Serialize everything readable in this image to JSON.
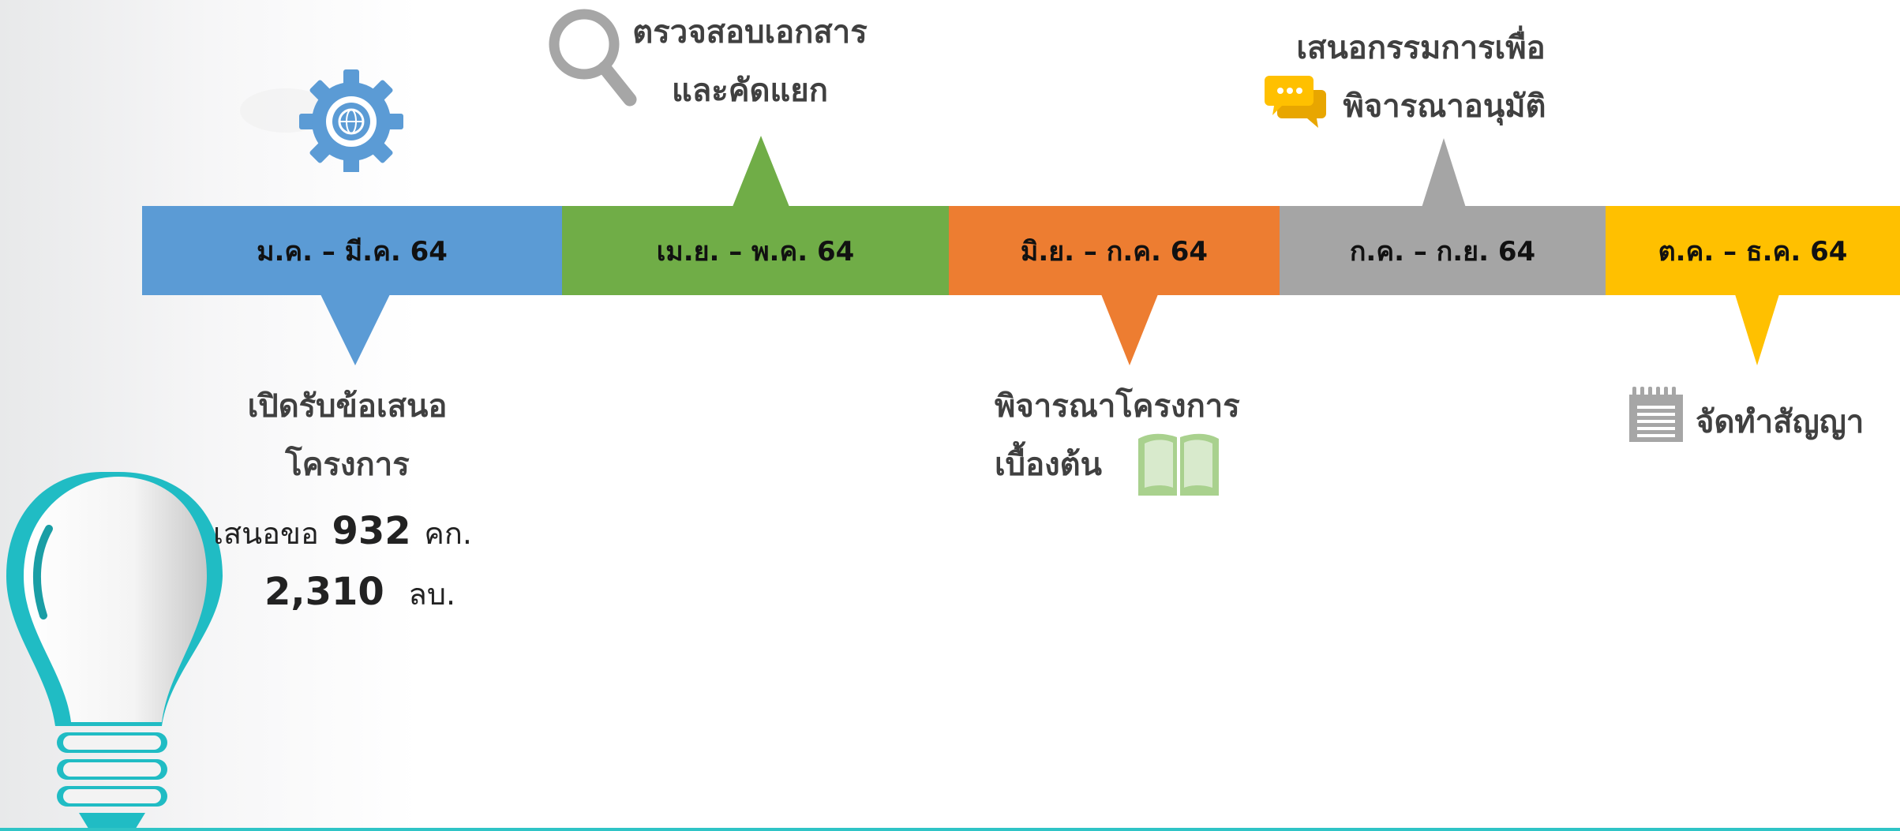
{
  "periods": [
    {
      "label": "ม.ค. – มี.ค. 64",
      "color": "#5b9bd5"
    },
    {
      "label": "เม.ย. – พ.ค. 64",
      "color": "#70ad47"
    },
    {
      "label": "มิ.ย. – ก.ค. 64",
      "color": "#ed7d31"
    },
    {
      "label": "ก.ค. – ก.ย. 64",
      "color": "#a5a5a5"
    },
    {
      "label": "ต.ค. – ธ.ค. 64",
      "color": "#ffc000"
    }
  ],
  "steps": {
    "step1": {
      "line1": "เปิดรับข้อเสนอ",
      "line2": "โครงการ"
    },
    "step2": {
      "line1": "ตรวจสอบเอกสาร",
      "line2": "และคัดแยก"
    },
    "step3": {
      "line1": "พิจารณาโครงการ",
      "line2": "เบื้องต้น"
    },
    "step4": {
      "line1": "เสนอกรรมการเพื่อ",
      "line2": "พิจารณาอนุมัติ"
    },
    "step5": {
      "line1": "จัดทำสัญญา"
    }
  },
  "stats": {
    "prefix": "เสนอขอ",
    "projects_value": "932",
    "projects_unit": "คก.",
    "budget_value": "2,310",
    "budget_unit": "ลบ."
  }
}
